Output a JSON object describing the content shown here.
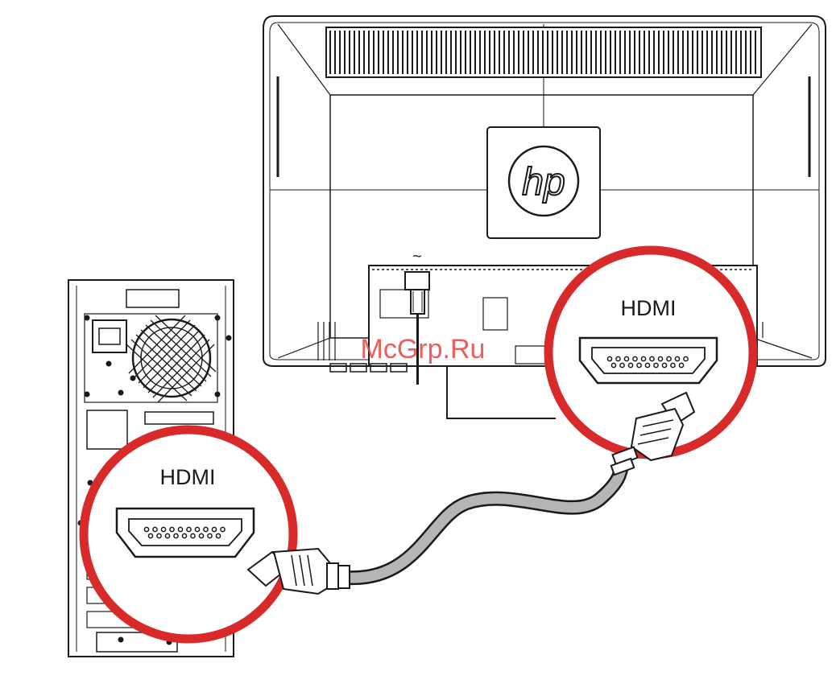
{
  "diagram": {
    "monitor_port_label": "HDMI",
    "computer_port_label": "HDMI",
    "logo_text": "hp",
    "power_symbol": "~",
    "watermark": "McGrp.Ru",
    "colors": {
      "highlight_ring": "#d92a2a",
      "line_art": "#1a1a1a",
      "cable": "#b5b5b5",
      "background": "#ffffff"
    }
  }
}
